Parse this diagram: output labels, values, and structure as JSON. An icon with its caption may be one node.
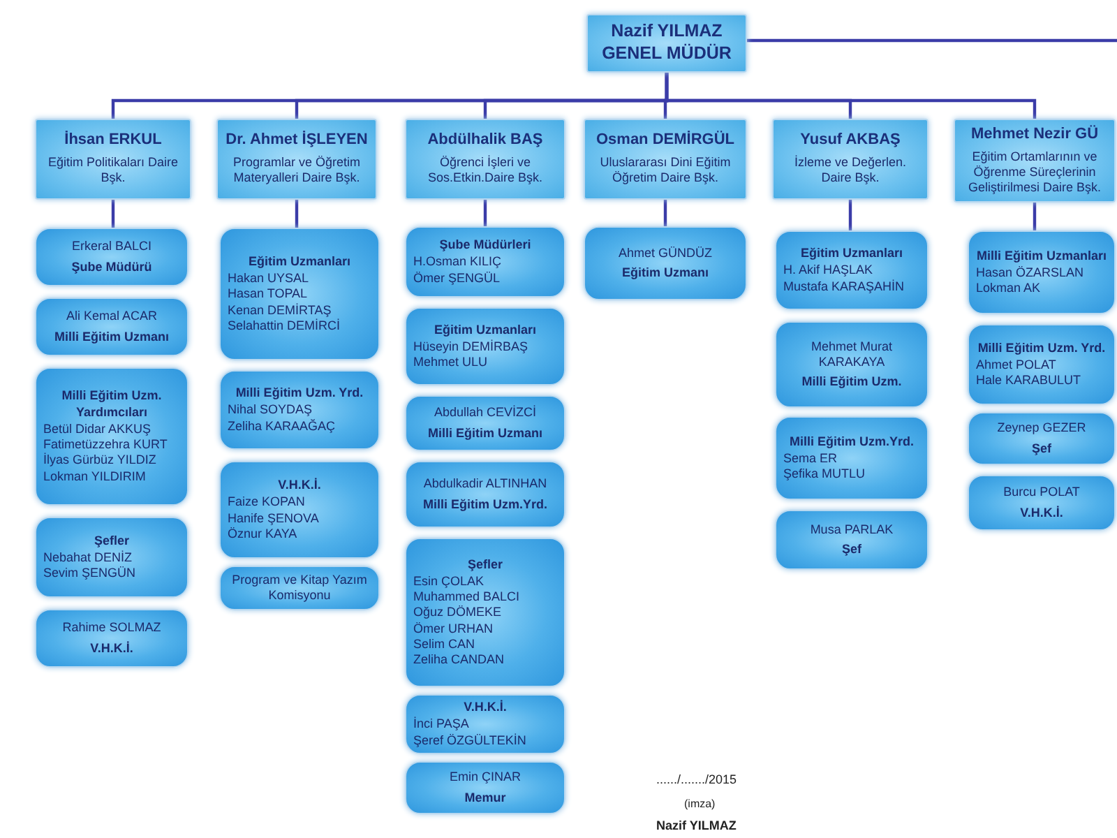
{
  "diagram": {
    "nodes": [
      {
        "text": [
          "Nazif YILMAZ",
          "GENEL MÜDÜR"
        ]
      },
      {
        "text": [
          "İhsan ERKUL",
          "Eğitim Politikaları Daire Bşk."
        ]
      },
      {
        "text": [
          "Dr. Ahmet İŞLEYEN",
          "Programlar ve Öğretim Materyalleri Daire Bşk."
        ]
      },
      {
        "text": [
          "Abdülhalik BAŞ",
          "Öğrenci İşleri ve Sos.Etkin.Daire Bşk."
        ]
      },
      {
        "text": [
          "Osman DEMİRGÜL",
          "Uluslararası Dini Eğitim Öğretim Daire Bşk."
        ]
      },
      {
        "text": [
          "Yusuf AKBAŞ",
          "İzleme ve Değerlen. Daire Bşk."
        ]
      },
      {
        "text": [
          "Mehmet Nezir GÜ",
          "Eğitim Ortamlarının ve Öğrenme Süreçlerinin Geliştirilmesi Daire Bşk."
        ]
      },
      {
        "text": [
          "Erkeral BALCI",
          "Şube Müdürü"
        ]
      },
      {
        "text": [
          "Ali Kemal ACAR",
          "Milli Eğitim Uzmanı"
        ]
      },
      {
        "text": [
          "Milli Eğitim Uzm. Yardımcıları",
          "Betül Didar AKKUŞ",
          "Fatimetüzzehra KURT",
          "İlyas Gürbüz YILDIZ",
          "Lokman YILDIRIM"
        ]
      },
      {
        "text": [
          "Şefler",
          "Nebahat DENİZ",
          "Sevim ŞENGÜN"
        ]
      },
      {
        "text": [
          "Rahime SOLMAZ",
          "V.H.K.İ."
        ]
      },
      {
        "text": [
          "Eğitim Uzmanları",
          "Hakan UYSAL",
          "Hasan TOPAL",
          "Kenan DEMİRTAŞ",
          "Selahattin DEMİRCİ"
        ]
      },
      {
        "text": [
          "Milli Eğitim Uzm. Yrd.",
          "Nihal SOYDAŞ",
          "Zeliha KARAAĞAÇ"
        ]
      },
      {
        "text": [
          "V.H.K.İ.",
          "Faize KOPAN",
          "Hanife ŞENOVA",
          "Öznur KAYA"
        ]
      },
      {
        "text": [
          "Program ve Kitap Yazım Komisyonu"
        ]
      },
      {
        "text": [
          "Şube Müdürleri",
          "H.Osman KILIÇ",
          "Ömer ŞENGÜL"
        ]
      },
      {
        "text": [
          "Eğitim Uzmanları",
          "Hüseyin DEMİRBAŞ",
          "Mehmet ULU"
        ]
      },
      {
        "text": [
          "Abdullah CEVİZCİ",
          "Milli Eğitim Uzmanı"
        ]
      },
      {
        "text": [
          "Abdulkadir ALTINHAN",
          "Milli Eğitim Uzm.Yrd."
        ]
      },
      {
        "text": [
          "Şefler",
          "Esin ÇOLAK",
          "Muhammed BALCI",
          "Oğuz DÖMEKE",
          "Ömer URHAN",
          "Selim CAN",
          "Zeliha CANDAN"
        ]
      },
      {
        "text": [
          "V.H.K.İ.",
          "İnci PAŞA",
          "Şeref ÖZGÜLTEKİN"
        ]
      },
      {
        "text": [
          "Emin ÇINAR",
          "Memur"
        ]
      },
      {
        "text": [
          "Ahmet GÜNDÜZ",
          "Eğitim Uzmanı"
        ]
      },
      {
        "text": [
          "Eğitim Uzmanları",
          "H. Akif HAŞLAK",
          "Mustafa KARAŞAHİN"
        ]
      },
      {
        "text": [
          "Mehmet Murat KARAKAYA",
          "Milli Eğitim Uzm."
        ]
      },
      {
        "text": [
          "Milli Eğitim Uzm.Yrd.",
          "Sema ER",
          "Şefika MUTLU"
        ]
      },
      {
        "text": [
          "Musa PARLAK",
          "Şef"
        ]
      },
      {
        "text": [
          "Milli Eğitim Uzmanları",
          "Hasan ÖZARSLAN",
          "Lokman AK"
        ]
      },
      {
        "text": [
          "Milli Eğitim Uzm. Yrd.",
          "Ahmet POLAT",
          "Hale KARABULUT"
        ]
      },
      {
        "text": [
          "Zeynep GEZER",
          "Şef"
        ]
      },
      {
        "text": [
          "Burcu POLAT",
          "V.H.K.İ."
        ]
      }
    ],
    "edges": [
      {
        "from": 0,
        "to": 1,
        "arrow": "none"
      },
      {
        "from": 0,
        "to": 2,
        "arrow": "none"
      },
      {
        "from": 0,
        "to": 3,
        "arrow": "none"
      },
      {
        "from": 0,
        "to": 4,
        "arrow": "none"
      },
      {
        "from": 0,
        "to": 5,
        "arrow": "none"
      },
      {
        "from": 0,
        "to": 6,
        "arrow": "none"
      },
      {
        "from": 0,
        "to": null,
        "arrow": "none"
      },
      {
        "from": 1,
        "to": 7,
        "arrow": "none"
      },
      {
        "from": 2,
        "to": 12,
        "arrow": "none"
      },
      {
        "from": 3,
        "to": 16,
        "arrow": "none"
      },
      {
        "from": 4,
        "to": 23,
        "arrow": "none"
      },
      {
        "from": 5,
        "to": 24,
        "arrow": "none"
      },
      {
        "from": 6,
        "to": 28,
        "arrow": "none"
      }
    ],
    "labels": [
      "....../......./2015",
      "(imza)",
      "Nazif YILMAZ"
    ]
  }
}
